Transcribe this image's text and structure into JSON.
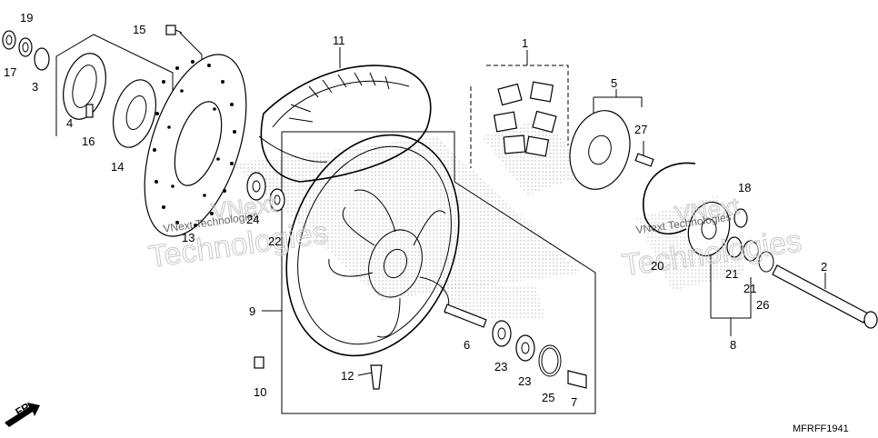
{
  "diagram_code": "MFRFF1941",
  "direction_label": "FR.",
  "watermark": {
    "line1": "VNext",
    "line2": "Technologies",
    "line3": "VNext Technologies"
  },
  "callouts": {
    "c1": "1",
    "c2": "2",
    "c3": "3",
    "c4": "4",
    "c5": "5",
    "c6": "6",
    "c7": "7",
    "c8": "8",
    "c9": "9",
    "c10": "10",
    "c11": "11",
    "c12": "12",
    "c13": "13",
    "c14": "14",
    "c15": "15",
    "c16": "16",
    "c17": "17",
    "c18": "18",
    "c19": "19",
    "c20": "20",
    "c21a": "21",
    "c21b": "21",
    "c22": "22",
    "c23a": "23",
    "c23b": "23",
    "c24": "24",
    "c25": "25",
    "c26": "26",
    "c27": "27"
  }
}
